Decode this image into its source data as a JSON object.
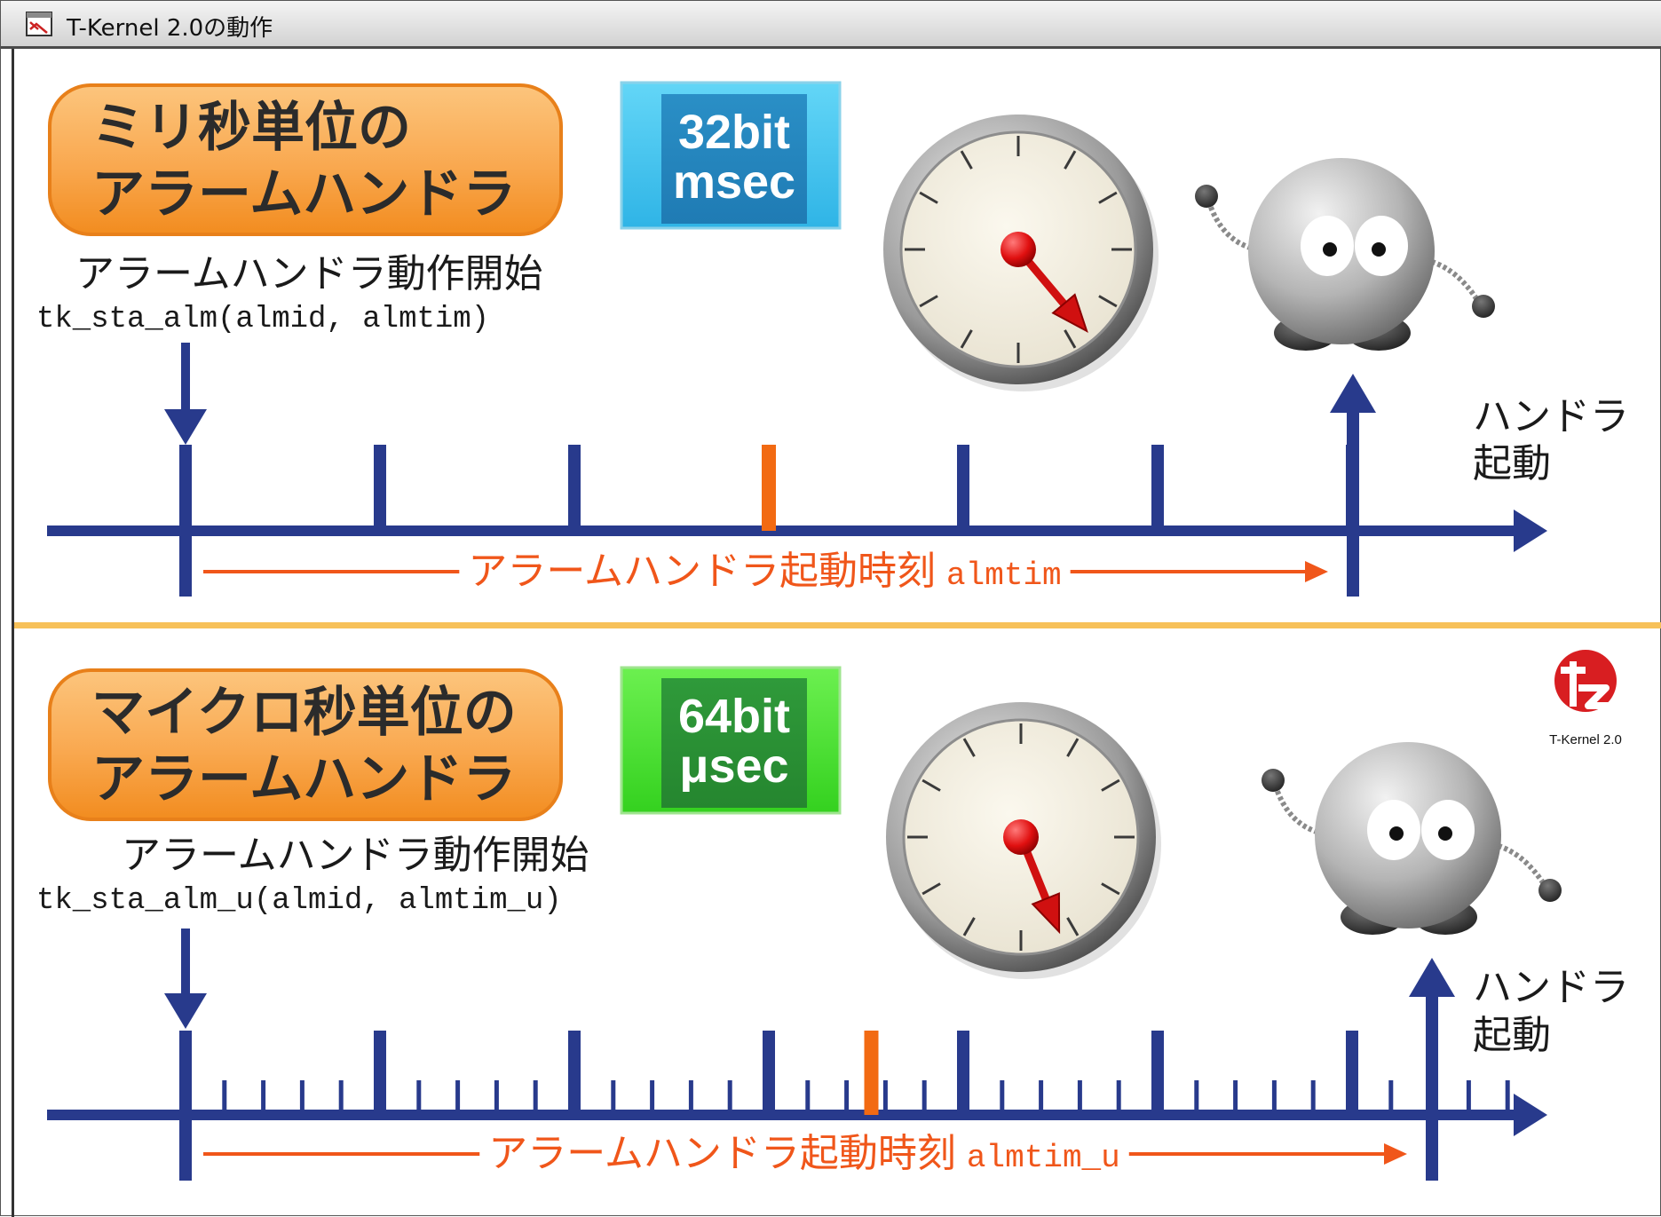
{
  "window": {
    "title": "T-Kernel 2.0の動作"
  },
  "colors": {
    "tick": "#283a8c",
    "highlight_tick": "#f26a12",
    "time_label": "#f0561a",
    "divider": "#f7c159",
    "pill_fill": "#f9a84f",
    "badge_32_bg": "#4cc8ef",
    "badge_64_bg": "#3ed52b",
    "logo_red": "#d81e21"
  },
  "logo": {
    "brand_text": "T-Kernel 2.0"
  },
  "sections": [
    {
      "id": "msec",
      "pill_lines": [
        "ミリ秒単位の",
        "アラームハンドラ"
      ],
      "badge_lines": [
        "32bit",
        "msec"
      ],
      "start_label": "アラームハンドラ動作開始",
      "api_call": "tk_sta_alm(almid, almtim)",
      "handler_lines": [
        "ハンドラ",
        "起動"
      ],
      "time_label": "アラームハンドラ起動時刻",
      "time_param": "almtim",
      "major_ticks": 7,
      "minor_per_interval": 0,
      "highlight_index": 3
    },
    {
      "id": "usec",
      "pill_lines": [
        "マイクロ秒単位の",
        "アラームハンドラ"
      ],
      "badge_lines": [
        "64bit",
        "μsec"
      ],
      "start_label": "アラームハンドラ動作開始",
      "api_call": "tk_sta_alm_u(almid, almtim_u)",
      "handler_lines": [
        "ハンドラ",
        "起動"
      ],
      "time_label": "アラームハンドラ起動時刻",
      "time_param": "almtim_u",
      "major_ticks": 7,
      "minor_per_interval": 4,
      "highlight_index": 3
    }
  ]
}
